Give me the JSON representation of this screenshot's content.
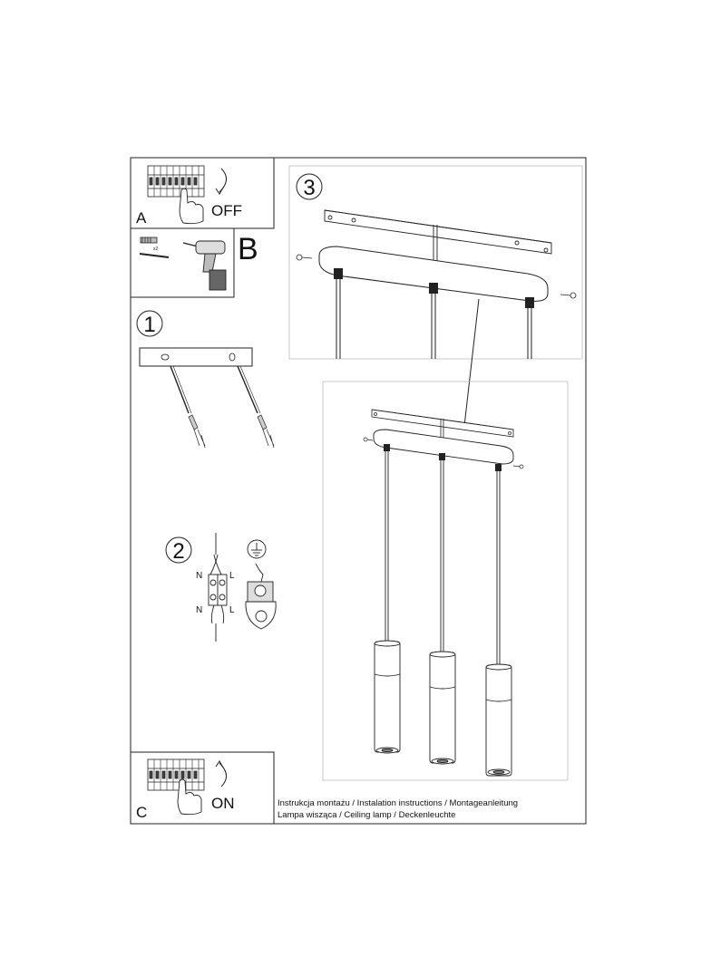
{
  "panels": {
    "a": {
      "letter": "A",
      "switch_text": "OFF"
    },
    "b": {
      "letter": "B",
      "anchor_qty": "x2"
    },
    "c": {
      "letter": "C",
      "switch_text": "ON"
    }
  },
  "steps": {
    "one": "1",
    "two": "2",
    "three": "3"
  },
  "wiring": {
    "n_top": "N",
    "l_top": "L",
    "n_bottom": "N",
    "l_bottom": "L"
  },
  "footer": {
    "line1": "Instrukcja montażu / Instalation instructions / Montageanleitung",
    "line2": "Lampa wisząca / Ceiling lamp / Deckenleuchte"
  }
}
